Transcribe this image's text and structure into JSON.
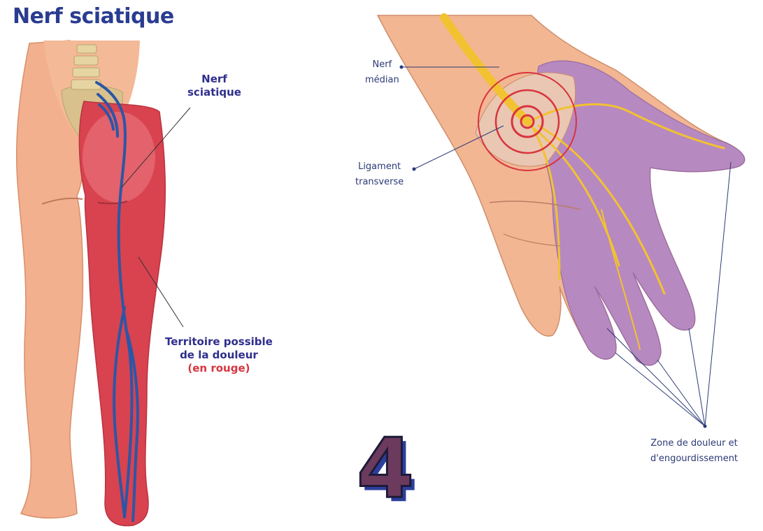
{
  "left_panel": {
    "title": "Nerf sciatique",
    "nerve_label": [
      "Nerf",
      "sciatique"
    ],
    "pain_label": [
      "Territoire possible",
      "de la douleur"
    ],
    "pain_color_note": "(en rouge)"
  },
  "right_panel": {
    "median_label": [
      "Nerf",
      "médian"
    ],
    "ligament_label": [
      "Ligament",
      "transverse"
    ],
    "zone_label": [
      "Zone de douleur et",
      "d'engourdissement"
    ]
  },
  "figure_number": "4",
  "colors": {
    "title": "#2a3c91",
    "skin": "#f2b08e",
    "pain_red": "#d8434f",
    "nerve_blue": "#2c56a6",
    "numb_purple": "#b487c4",
    "median_yellow": "#f2c230"
  }
}
